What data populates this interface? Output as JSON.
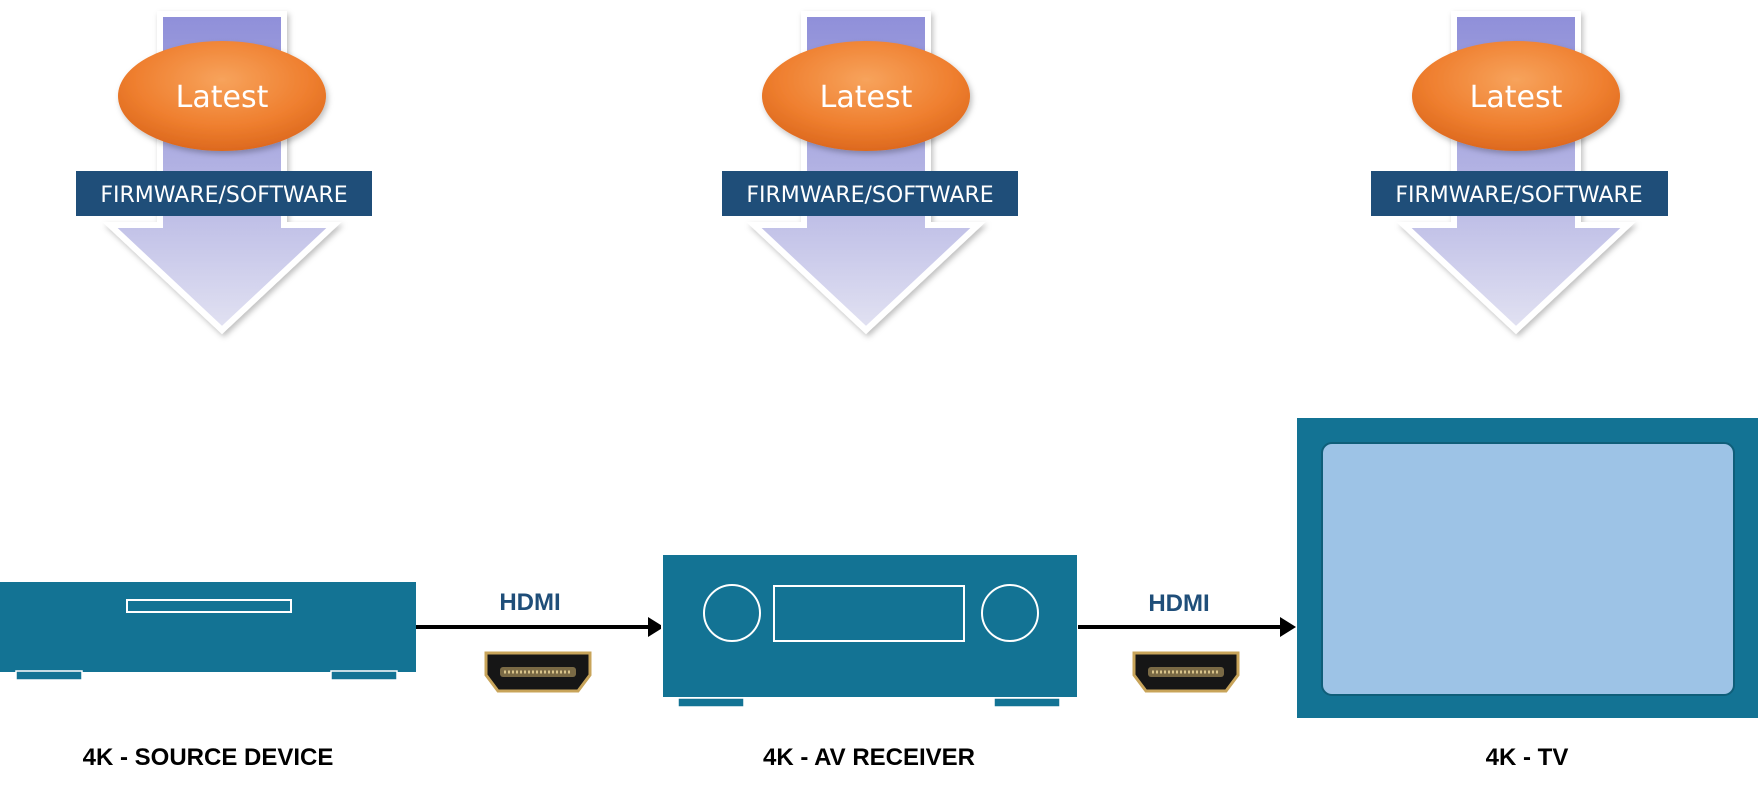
{
  "update_groups": [
    {
      "badge": "Latest",
      "banner": "FIRMWARE/SOFTWARE"
    },
    {
      "badge": "Latest",
      "banner": "FIRMWARE/SOFTWARE"
    },
    {
      "badge": "Latest",
      "banner": "FIRMWARE/SOFTWARE"
    }
  ],
  "connections": [
    {
      "label": "HDMI"
    },
    {
      "label": "HDMI"
    }
  ],
  "devices": [
    {
      "label": "4K - SOURCE DEVICE"
    },
    {
      "label": "4K - AV RECEIVER"
    },
    {
      "label": "4K - TV"
    }
  ],
  "colors": {
    "device": "#137394",
    "screen": "#9dc3e6",
    "badge": "#ed7d31",
    "banner": "#1f4e79",
    "arrow": "#a9a9dc",
    "connector_label": "#1f4e79"
  },
  "icons": [
    "download-arrow-icon",
    "hdmi-connector-icon"
  ]
}
